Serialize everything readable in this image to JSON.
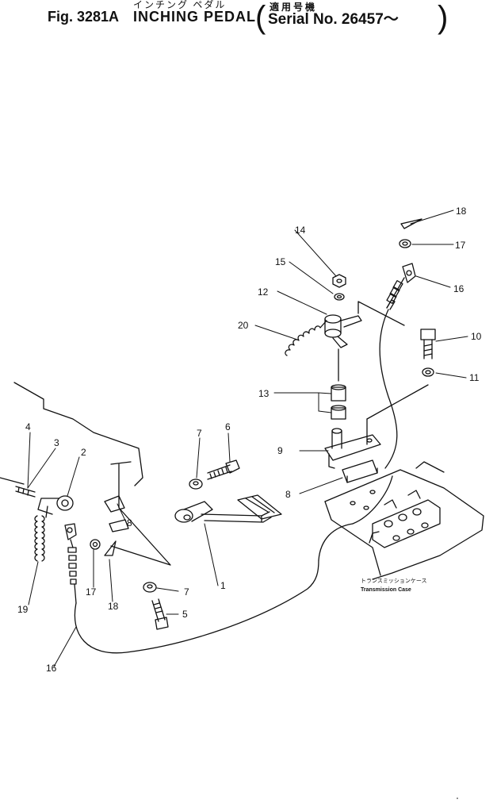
{
  "header": {
    "fig_no": "Fig. 3281A",
    "title_jp": "インチング ペダル",
    "title_en": "INCHING PEDAL",
    "serial_jp": "適用号機",
    "serial": "Serial No. 26457～",
    "paren_open": "(",
    "paren_close": ")"
  },
  "callouts": [
    {
      "id": "c1",
      "text": "1"
    },
    {
      "id": "c2",
      "text": "2"
    },
    {
      "id": "c3",
      "text": "3"
    },
    {
      "id": "c4",
      "text": "4"
    },
    {
      "id": "c5",
      "text": "5"
    },
    {
      "id": "c6",
      "text": "6"
    },
    {
      "id": "c7a",
      "text": "7"
    },
    {
      "id": "c7b",
      "text": "7"
    },
    {
      "id": "c8a",
      "text": "8"
    },
    {
      "id": "c8b",
      "text": "8"
    },
    {
      "id": "c9",
      "text": "9"
    },
    {
      "id": "c10",
      "text": "10"
    },
    {
      "id": "c11",
      "text": "11"
    },
    {
      "id": "c12",
      "text": "12"
    },
    {
      "id": "c13",
      "text": "13"
    },
    {
      "id": "c14",
      "text": "14"
    },
    {
      "id": "c15",
      "text": "15"
    },
    {
      "id": "c16a",
      "text": "16"
    },
    {
      "id": "c16b",
      "text": "16"
    },
    {
      "id": "c17a",
      "text": "17"
    },
    {
      "id": "c17b",
      "text": "17"
    },
    {
      "id": "c18a",
      "text": "18"
    },
    {
      "id": "c18b",
      "text": "18"
    },
    {
      "id": "c19",
      "text": "19"
    },
    {
      "id": "c20",
      "text": "20"
    }
  ],
  "annotations": {
    "transmission_jp": "トランスミッションケース",
    "transmission_en": "Transmission Case"
  },
  "colors": {
    "ink": "#111111",
    "paper": "#ffffff"
  }
}
